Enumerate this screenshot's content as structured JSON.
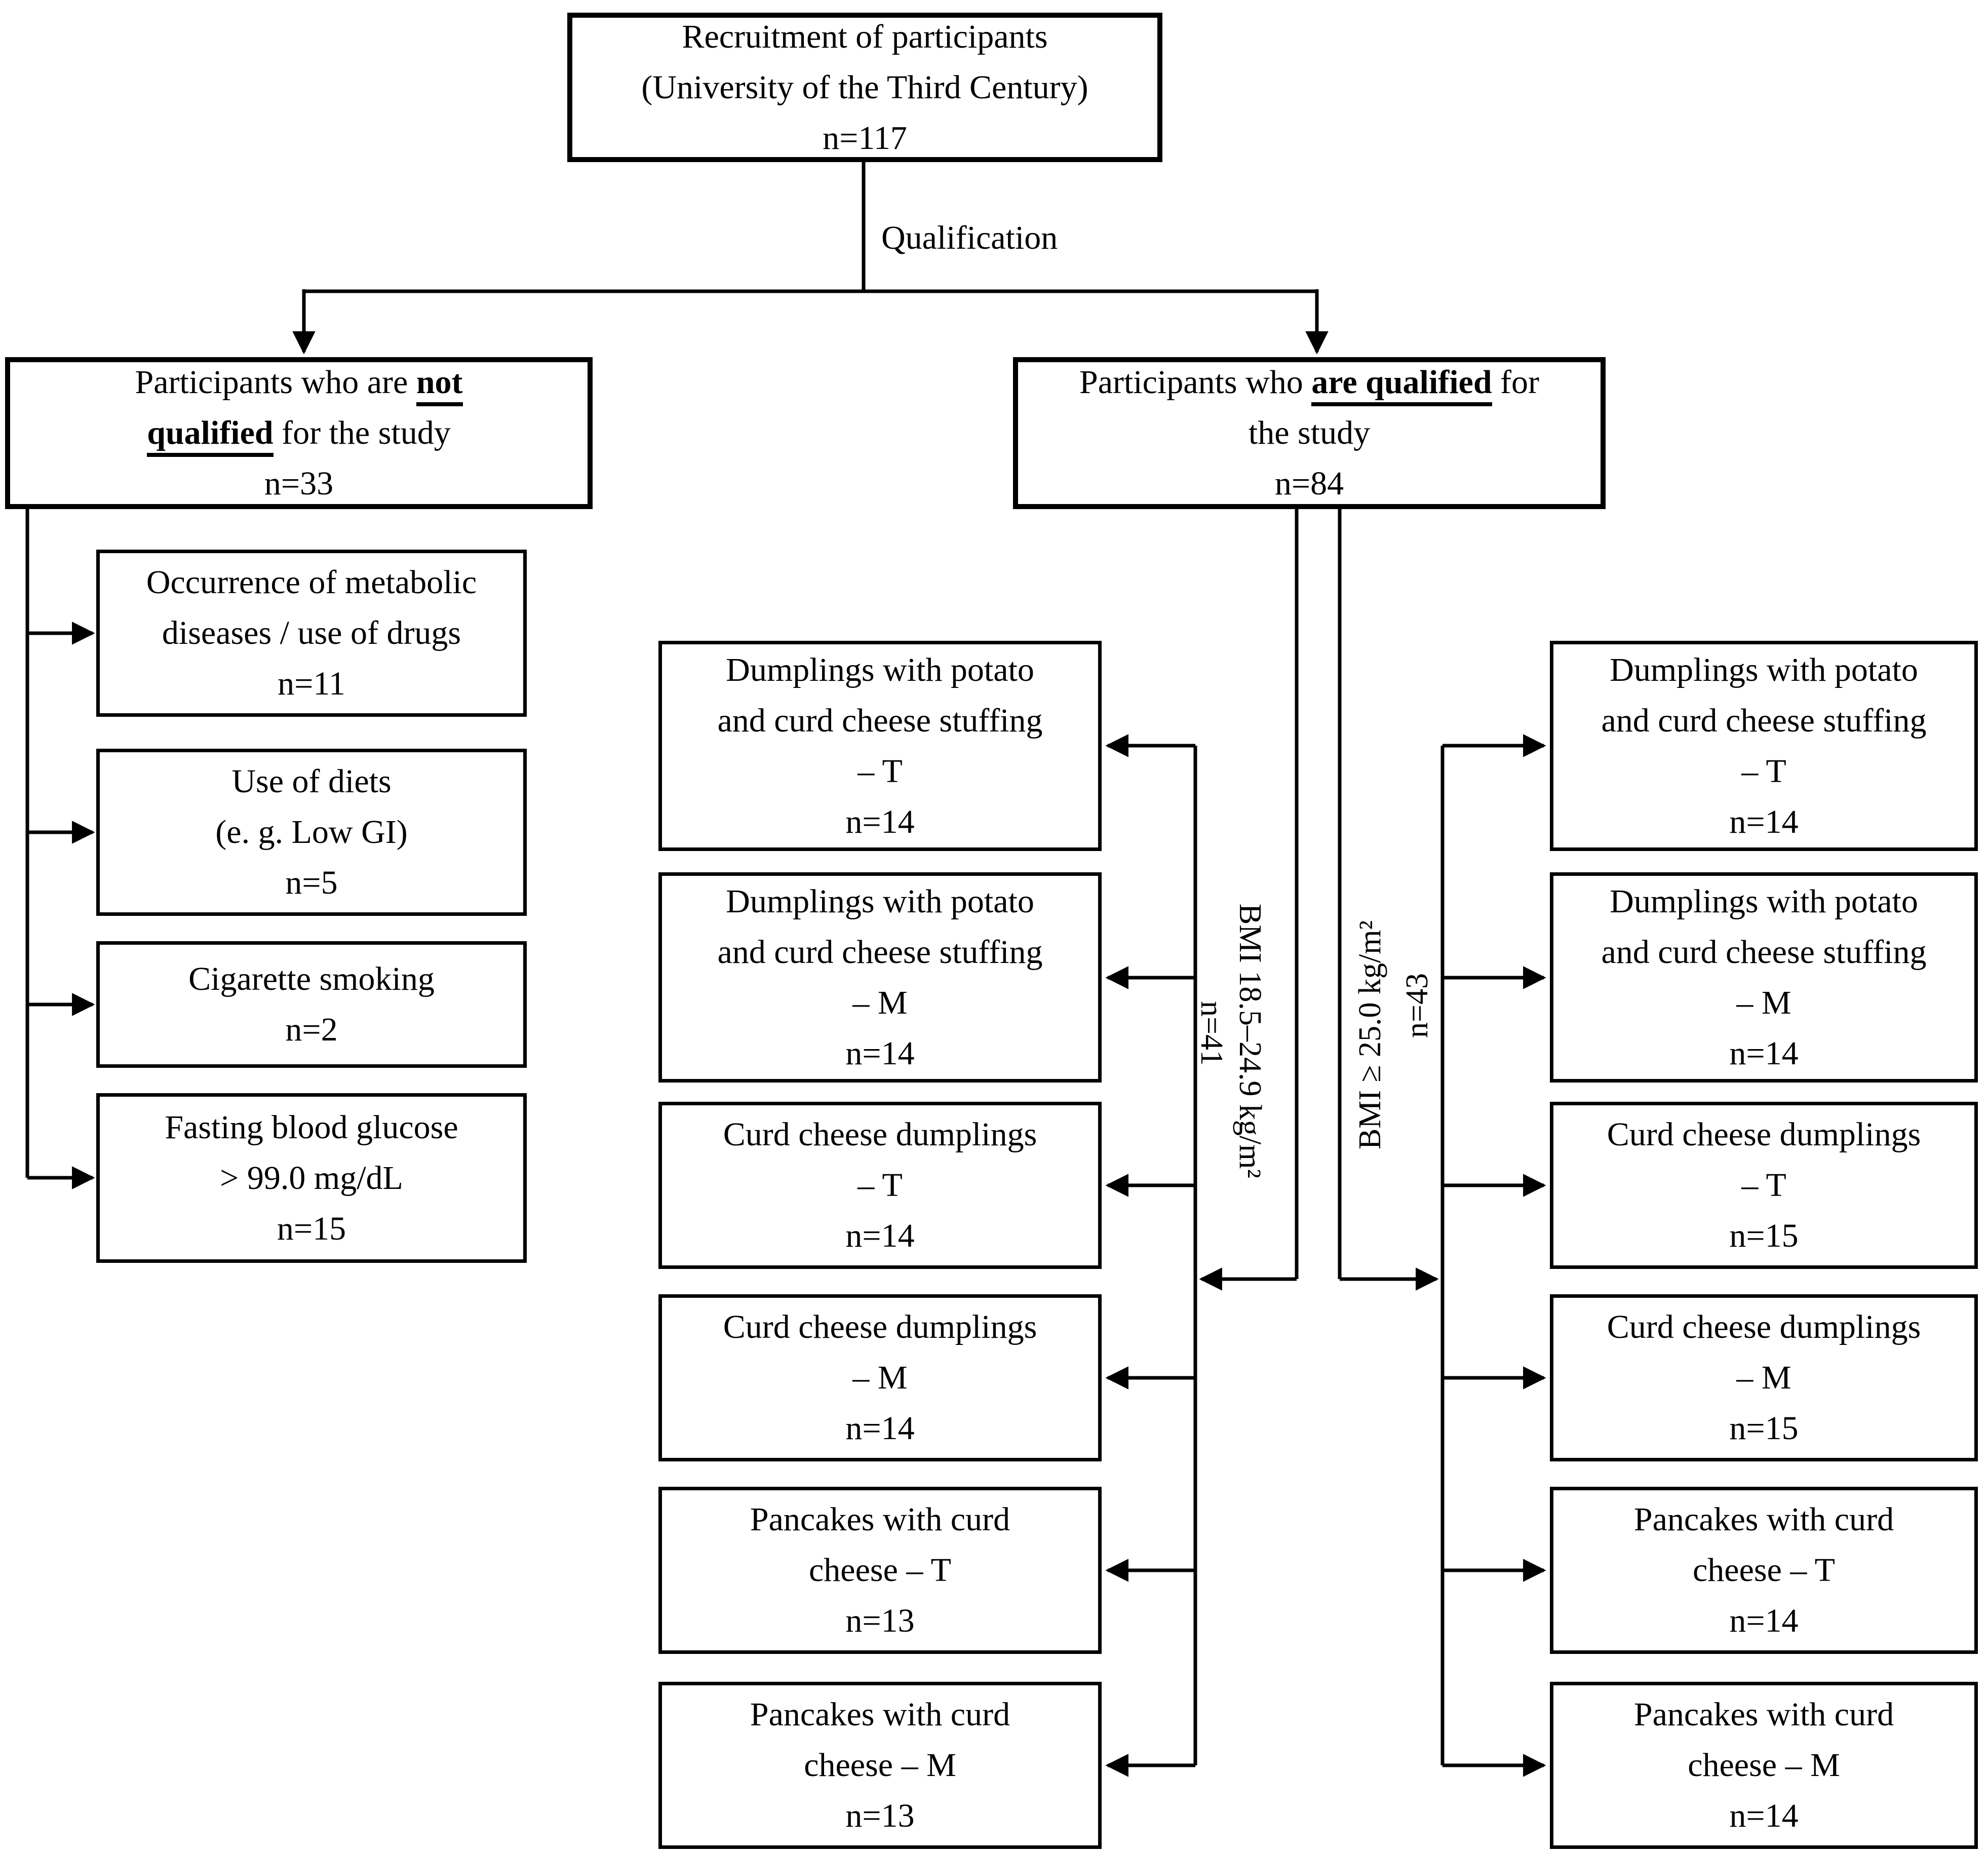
{
  "diagram": {
    "top_box": {
      "lines": [
        "Recruitment of participants",
        "(University of the Third Century)",
        "n=117"
      ]
    },
    "qualification_label": "Qualification",
    "not_qualified_box": {
      "line1_normal": "Participants who are ",
      "line1_emph": "not",
      "line2_emph": "qualified",
      "line2_normal": " for the study",
      "count": "n=33"
    },
    "qualified_box": {
      "line1_normal": "Participants who ",
      "line1_emph": "are qualified",
      "line1_after": " for",
      "line2": "the study",
      "count": "n=84"
    },
    "exclusion_boxes": [
      {
        "lines": [
          "Occurrence of metabolic",
          "diseases / use of drugs",
          "n=11"
        ]
      },
      {
        "lines": [
          "Use of diets",
          "(e. g. Low GI)",
          "n=5"
        ]
      },
      {
        "lines": [
          "Cigarette smoking",
          "n=2"
        ]
      },
      {
        "lines": [
          "Fasting blood glucose",
          "> 99.0 mg/dL",
          "n=15"
        ]
      }
    ],
    "bmi_normal_branch": {
      "label": "BMI 18.5–24.9 kg/m²",
      "count": "n=41"
    },
    "bmi_overweight_branch": {
      "label": "BMI ≥ 25.0 kg/m²",
      "count": "n=43"
    },
    "normal_group_boxes": [
      {
        "lines": [
          "Dumplings with potato",
          "and curd cheese stuffing",
          "– T",
          "n=14"
        ]
      },
      {
        "lines": [
          "Dumplings with potato",
          "and curd cheese stuffing",
          "– M",
          "n=14"
        ]
      },
      {
        "lines": [
          "Curd cheese dumplings",
          "– T",
          "n=14"
        ]
      },
      {
        "lines": [
          "Curd cheese dumplings",
          "– M",
          "n=14"
        ]
      },
      {
        "lines": [
          "Pancakes with curd",
          "cheese – T",
          "n=13"
        ]
      },
      {
        "lines": [
          "Pancakes with curd",
          "cheese – M",
          "n=13"
        ]
      }
    ],
    "overweight_group_boxes": [
      {
        "lines": [
          "Dumplings with potato",
          "and curd cheese stuffing",
          "– T",
          "n=14"
        ]
      },
      {
        "lines": [
          "Dumplings with potato",
          "and curd cheese stuffing",
          "– M",
          "n=14"
        ]
      },
      {
        "lines": [
          "Curd cheese dumplings",
          "– T",
          "n=15"
        ]
      },
      {
        "lines": [
          "Curd cheese dumplings",
          "– M",
          "n=15"
        ]
      },
      {
        "lines": [
          "Pancakes with curd",
          "cheese – T",
          "n=14"
        ]
      },
      {
        "lines": [
          "Pancakes with curd",
          "cheese – M",
          "n=14"
        ]
      }
    ],
    "colors": {
      "line": "#000000",
      "border": "#000000",
      "background": "#ffffff",
      "text": "#000000"
    }
  }
}
